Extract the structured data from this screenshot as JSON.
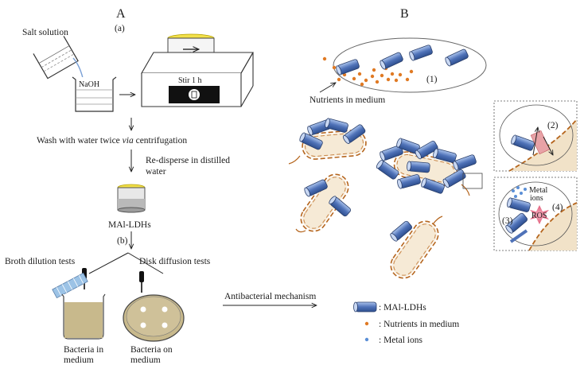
{
  "panel_a": {
    "title": "A",
    "step_a": "(a)",
    "step_b": "(b)",
    "salt_solution": "Salt solution",
    "naoh": "NaOH",
    "stir": "Stir  1 h",
    "wash_pre": "Wash with  water twice ",
    "wash_via": "via",
    "wash_post": " centrifugation",
    "redisperse_1": "Re-disperse in distilled",
    "redisperse_2": "water",
    "product": "MAl-LDHs",
    "broth_tests": "Broth dilution tests",
    "disk_tests": "Disk diffusion tests",
    "bacteria_in_1": "Bacteria in",
    "bacteria_in_2": "medium",
    "bacteria_on_1": "Bacteria on",
    "bacteria_on_2": "medium",
    "antibacterial": "Antibacterial mechanism"
  },
  "panel_b": {
    "title": "B",
    "nutrients_label": "Nutrients  in  medium",
    "step1": "(1)",
    "step2": "(2)",
    "step3": "(3)",
    "step4": "(4)",
    "metal_1": "Metal",
    "metal_2": "ions",
    "ros": "ROS"
  },
  "legend": {
    "ldh": ": MAl-LDHs",
    "nutrients": ": Nutrients  in  medium",
    "metal": ": Metal ions"
  },
  "colors": {
    "ldh_blue": "#4f72b8",
    "nutrient_orange": "#e07a24",
    "metal_blue": "#5b8fd6",
    "bacterium_fill": "#f6ead6",
    "bacterium_wall": "#b5651d",
    "lid_yellow": "#f2e04a",
    "broth": "#c8b98c"
  }
}
